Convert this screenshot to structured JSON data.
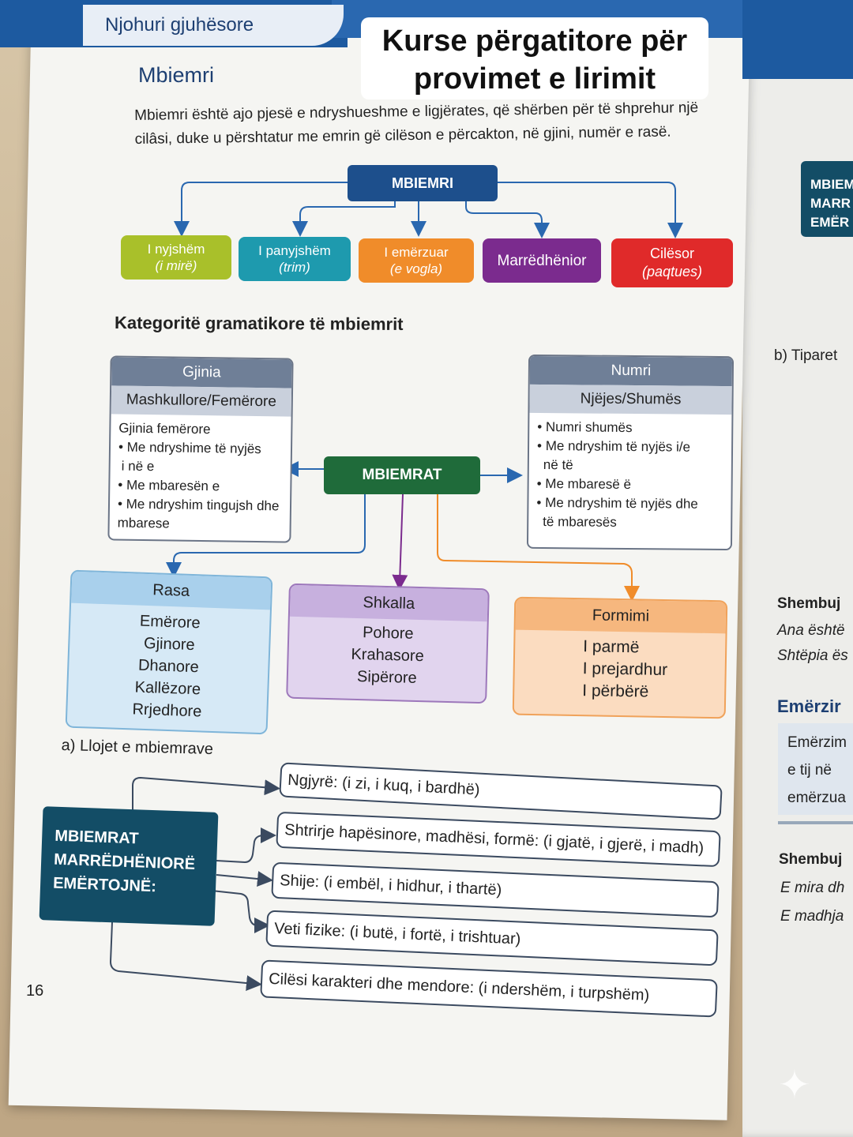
{
  "header": {
    "section_tab": "Njohuri gjuhësore"
  },
  "caption": {
    "line1": "Kurse përgatitore për",
    "line2": "provimet e lirimit"
  },
  "title": "Mbiemri",
  "intro": {
    "line1": "Mbiemri është ajo pjesë e ndryshueshme e ligjërates, që shërben për të shprehur një",
    "line2": "cilâsi, duke u përshtatur me emrin gë cilëson e përcakton, në gjini, numër e rasë."
  },
  "diagram1": {
    "root": "MBIEMRI",
    "types": [
      {
        "label": "I nyjshëm",
        "example": "(i mirë)",
        "color": "#a9c02a"
      },
      {
        "label": "I panyjshëm",
        "example": "(trim)",
        "color": "#1e9aae"
      },
      {
        "label": "I emërzuar",
        "example": "(e vogla)",
        "color": "#f08c2a"
      },
      {
        "label": "Marrëdhënior",
        "example": "",
        "color": "#7b2b8e"
      },
      {
        "label": "Cilësor",
        "example": "(paqtues)",
        "color": "#e02a2a"
      }
    ]
  },
  "section_title": "Kategoritë gramatikore të mbiemrit",
  "gjinia": {
    "h1": "Gjinia",
    "h2": "Mashkullore/Femërore",
    "lines": [
      "Gjinia femërore",
      "• Me ndryshime të nyjës",
      "i në e",
      "• Me mbaresën e",
      "• Me ndryshim tingujsh dhe",
      "mbarese"
    ]
  },
  "numri": {
    "h1": "Numri",
    "h2": "Njëjes/Shumës",
    "lines": [
      "• Numri shumës",
      "• Me ndryshim të nyjës i/e",
      "në të",
      "• Me mbaresë ë",
      "• Me ndryshim të nyjës  dhe",
      "të mbaresës"
    ]
  },
  "center": "MBIEMRAT",
  "rasa": {
    "title": "Rasa",
    "items": [
      "Emërore",
      "Gjinore",
      "Dhanore",
      "Kallëzore",
      "Rrjedhore"
    ]
  },
  "shkalla": {
    "title": "Shkalla",
    "items": [
      "Pohore",
      "Krahasore",
      "Sipërore"
    ]
  },
  "formimi": {
    "title": "Formimi",
    "items": [
      "I parmë",
      "I prejardhur",
      "I përbërë"
    ]
  },
  "sub_a": "a)  Llojet e mbiemrave",
  "mbm": {
    "line1": "MBIEMRAT",
    "line2": "MARRËDHËNIORË",
    "line3": "EMËRTOJNË:"
  },
  "rows": [
    "Ngjyrë: (i zi, i kuq, i bardhë)",
    "Shtrirje hapësinore, madhësi, formë: (i gjatë, i gjerë, i madh)",
    "Shije: (i embël, i hidhur, i thartë)",
    "Veti fizike: (i butë, i fortë, i trishtuar)",
    "Cilësi karakteri dhe mendore: (i ndershëm, i turpshëm)"
  ],
  "page_number": "16",
  "right_page": {
    "box": [
      "MBIEM",
      "MARR",
      "EMËR"
    ],
    "b": "b)  Tiparet",
    "shembuj1": "Shembuj",
    "ex1": "Ana është",
    "ex2": "Shtëpia ës",
    "emerz_title": "Emërzir",
    "emerz_lines": [
      "Emërzim",
      "e tij në",
      "emërzua"
    ],
    "shembuj2": "Shembuj",
    "ex3": "E mira dh",
    "ex4": "E madhja"
  }
}
